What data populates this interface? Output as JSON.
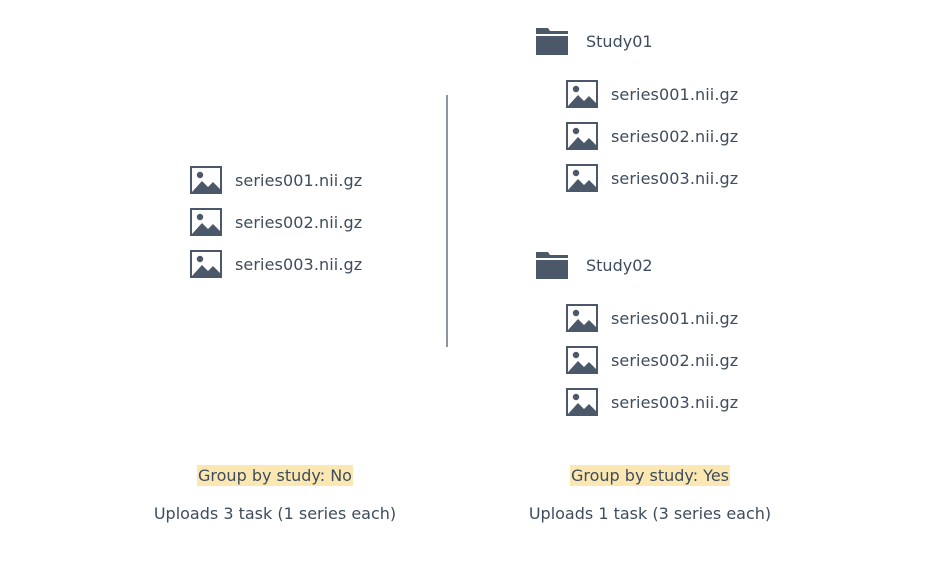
{
  "left_panel": {
    "files": [
      "series001.nii.gz",
      "series002.nii.gz",
      "series003.nii.gz"
    ],
    "group_label": "Group by study: No",
    "summary": "Uploads 3 task (1 series each)"
  },
  "right_panel": {
    "studies": [
      {
        "name": "Study01",
        "files": [
          "series001.nii.gz",
          "series002.nii.gz",
          "series003.nii.gz"
        ]
      },
      {
        "name": "Study02",
        "files": [
          "series001.nii.gz",
          "series002.nii.gz",
          "series003.nii.gz"
        ]
      }
    ],
    "group_label": "Group by study: Yes",
    "summary": "Uploads 1 task (3 series each)"
  },
  "colors": {
    "icon": "#4a5869",
    "text": "#3e4c5c",
    "divider": "#8c95a0",
    "highlight": "#fbe7b2"
  },
  "icons": {
    "file": "image-file-icon",
    "folder": "folder-icon"
  }
}
